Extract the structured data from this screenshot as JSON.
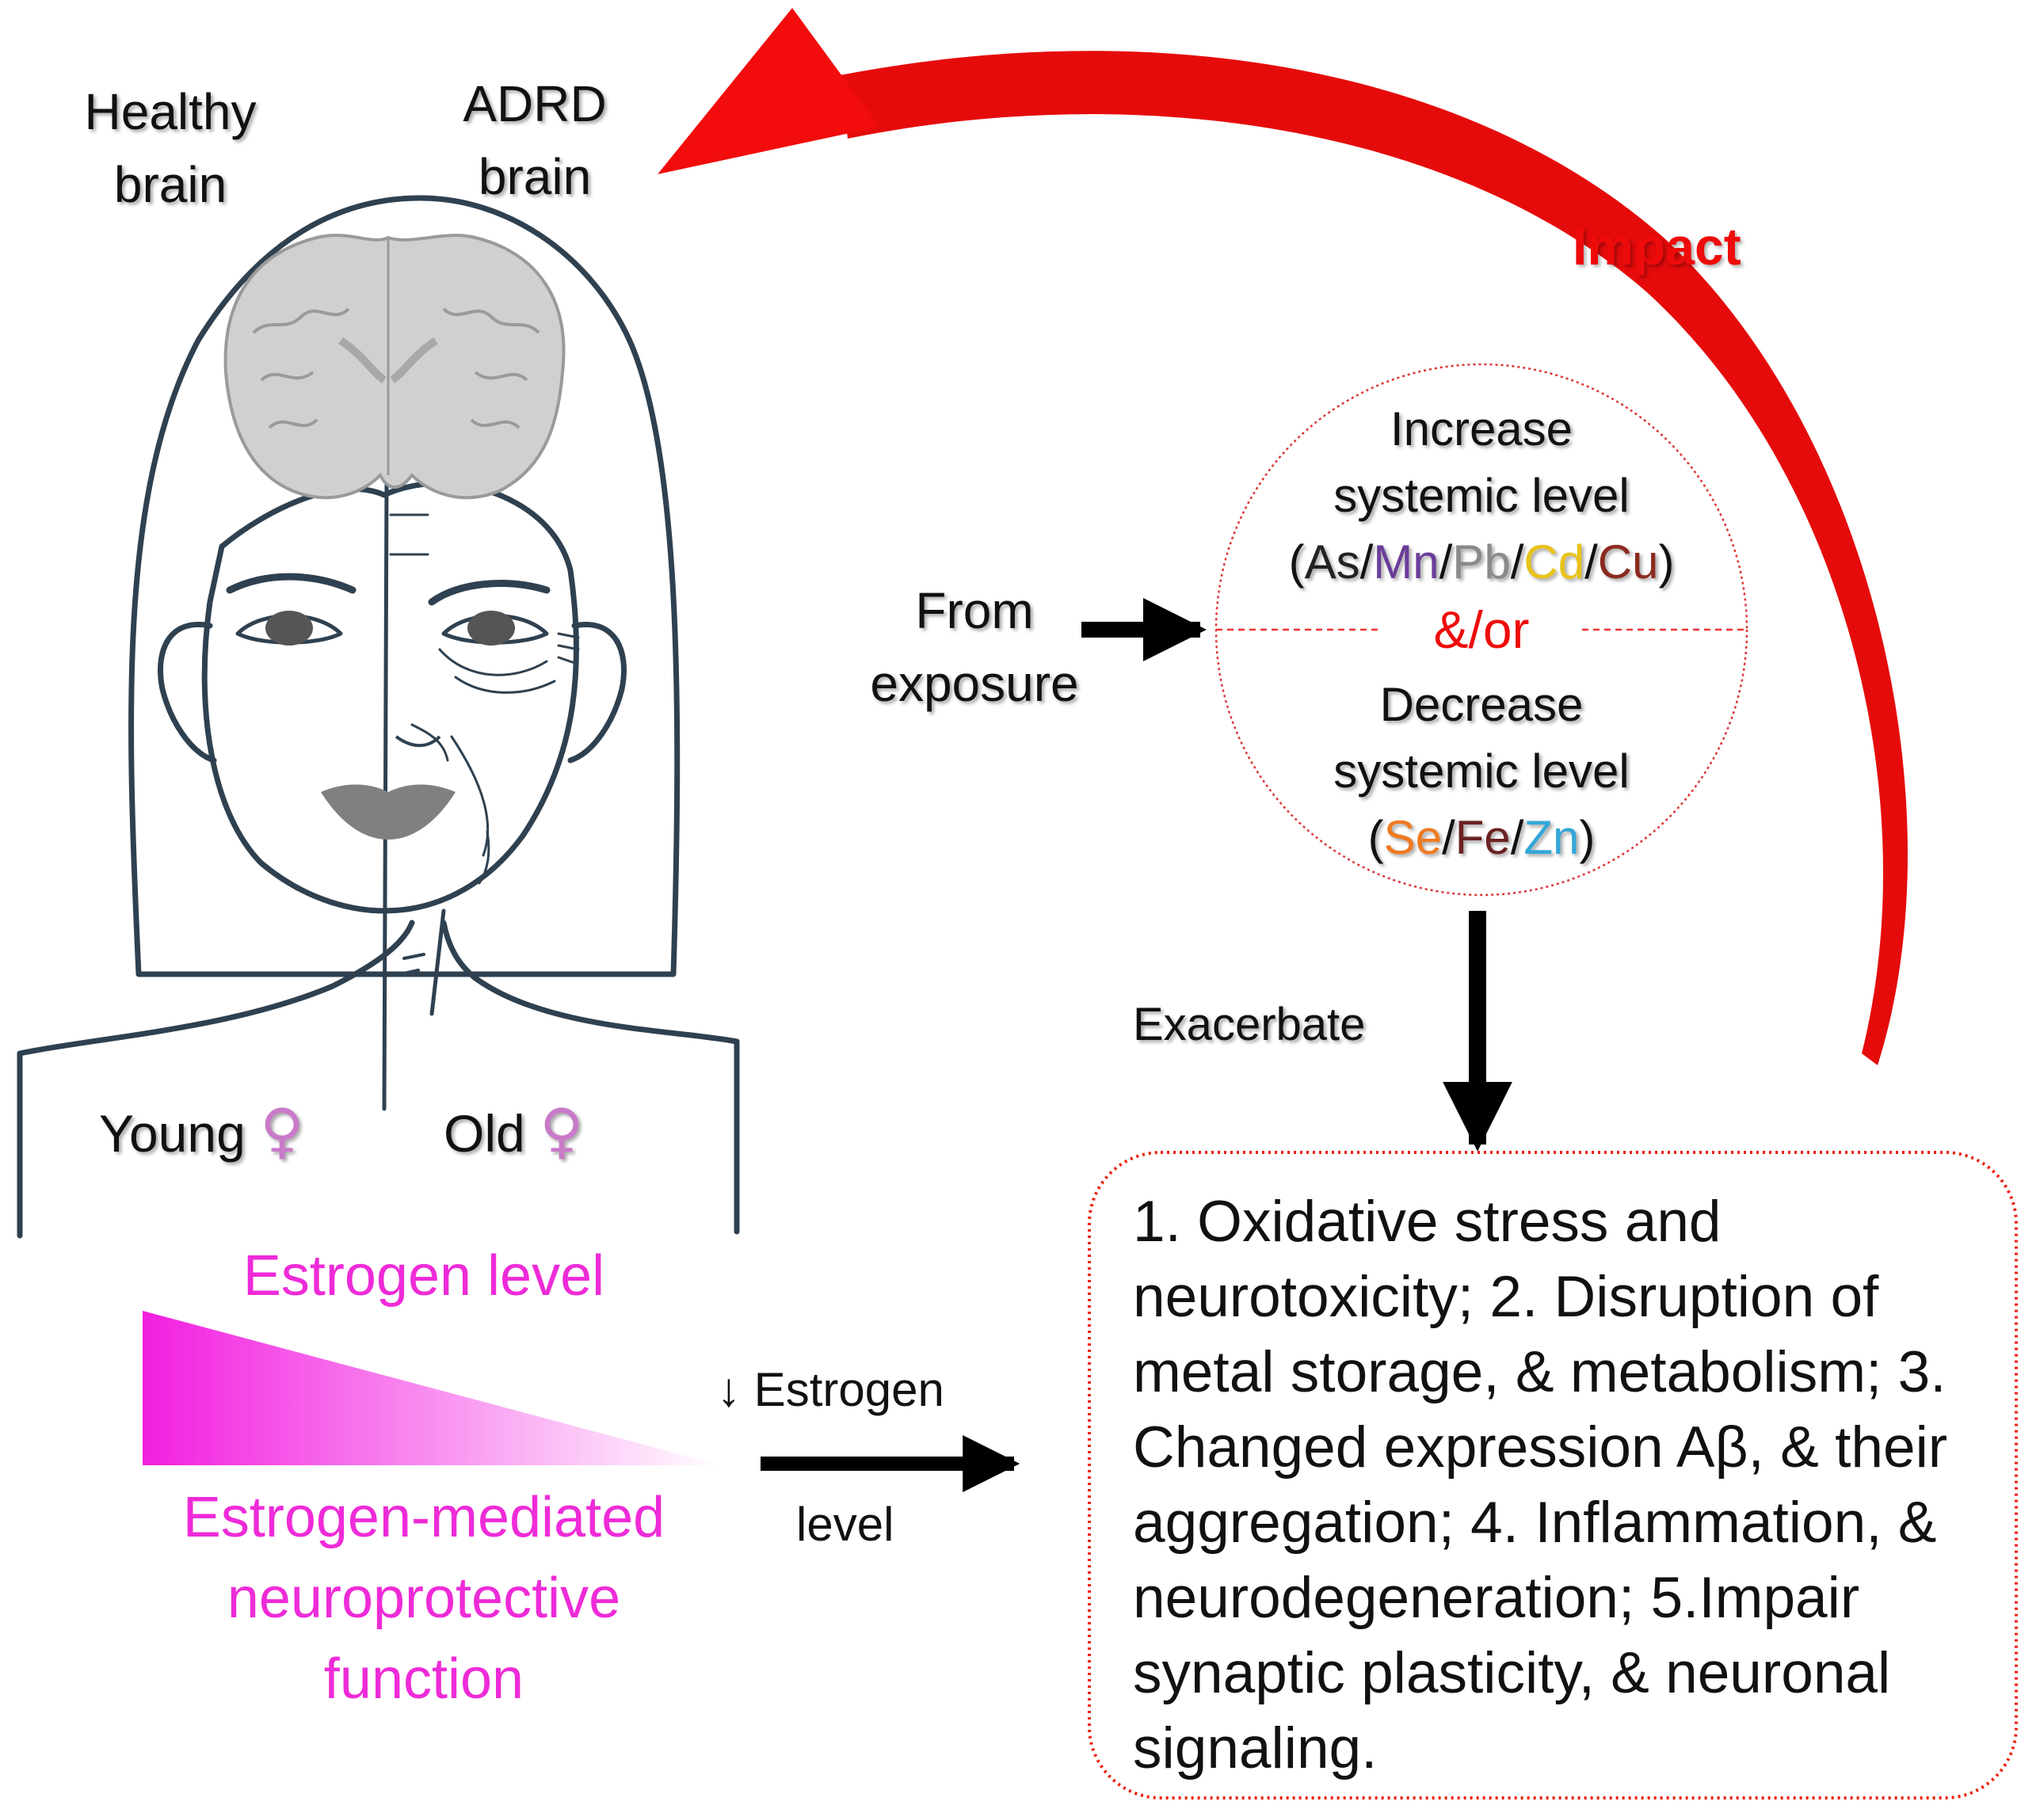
{
  "top_labels": {
    "healthy_brain": [
      "Healthy",
      "brain"
    ],
    "adrd_brain": [
      "ADRD",
      "brain"
    ]
  },
  "impact_label": "Impact",
  "face_labels": {
    "young": "Young",
    "old": "Old",
    "female_symbol": "♀"
  },
  "circle": {
    "increase": [
      "Increase",
      "systemic level"
    ],
    "increase_metals": [
      "As",
      "Mn",
      "Pb",
      "Cd",
      "Cu"
    ],
    "andor": "&/or",
    "decrease": [
      "Decrease",
      "systemic level"
    ],
    "decrease_metals": [
      "Se",
      "Fe",
      "Zn"
    ],
    "open_paren": "(",
    "close_paren": ")",
    "slash": "/"
  },
  "exposure_label": [
    "From",
    "exposure"
  ],
  "exacerbate_label": "Exacerbate",
  "estrogen": {
    "level_title": "Estrogen level",
    "function_lines": [
      "Estrogen-mediated",
      "neuroprotective",
      "function"
    ],
    "arrow_top": "↓ Estrogen",
    "arrow_bottom": "level"
  },
  "summary_box": "1. Oxidative stress and neurotoxicity; 2. Disruption of metal storage, & metabolism; 3. Changed expression Aβ, & their aggregation; 4. Inflammation, & neurodegeneration; 5.Impair synaptic plasticity, & neuronal signaling.",
  "colors": {
    "impact_red": "#ee0b0b",
    "magenta": "#ee2bd8",
    "As": "#222222",
    "Mn": "#6a3d9a",
    "Pb": "#8a8a8a",
    "Cd": "#e8c21a",
    "Cu": "#8b2a1e",
    "Se": "#f07a22",
    "Fe": "#6b2222",
    "Zn": "#33a7d8"
  }
}
